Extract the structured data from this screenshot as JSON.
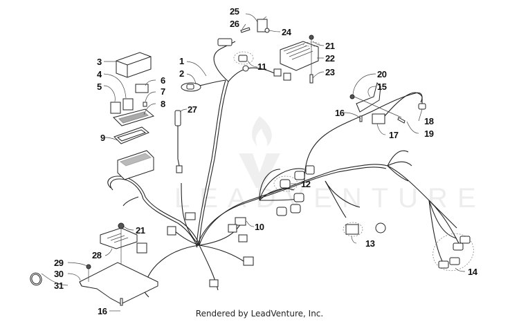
{
  "diagram": {
    "title": "Wiring Harness Parts Diagram",
    "watermark": "LEADVENTURE",
    "footer": "Rendered by LeadVenture, Inc.",
    "callouts": [
      {
        "id": "1",
        "label": "1"
      },
      {
        "id": "2",
        "label": "2"
      },
      {
        "id": "3",
        "label": "3"
      },
      {
        "id": "4",
        "label": "4"
      },
      {
        "id": "5",
        "label": "5"
      },
      {
        "id": "6",
        "label": "6"
      },
      {
        "id": "7",
        "label": "7"
      },
      {
        "id": "8",
        "label": "8"
      },
      {
        "id": "9",
        "label": "9"
      },
      {
        "id": "10",
        "label": "10"
      },
      {
        "id": "11",
        "label": "11"
      },
      {
        "id": "12",
        "label": "12"
      },
      {
        "id": "13",
        "label": "13"
      },
      {
        "id": "14",
        "label": "14"
      },
      {
        "id": "15",
        "label": "15"
      },
      {
        "id": "16a",
        "label": "16"
      },
      {
        "id": "16b",
        "label": "16"
      },
      {
        "id": "17",
        "label": "17"
      },
      {
        "id": "18",
        "label": "18"
      },
      {
        "id": "19",
        "label": "19"
      },
      {
        "id": "20",
        "label": "20"
      },
      {
        "id": "21a",
        "label": "21"
      },
      {
        "id": "21b",
        "label": "21"
      },
      {
        "id": "22",
        "label": "22"
      },
      {
        "id": "23",
        "label": "23"
      },
      {
        "id": "24",
        "label": "24"
      },
      {
        "id": "25",
        "label": "25"
      },
      {
        "id": "26",
        "label": "26"
      },
      {
        "id": "27",
        "label": "27"
      },
      {
        "id": "28",
        "label": "28"
      },
      {
        "id": "29",
        "label": "29"
      },
      {
        "id": "30",
        "label": "30"
      },
      {
        "id": "31",
        "label": "31"
      }
    ]
  }
}
